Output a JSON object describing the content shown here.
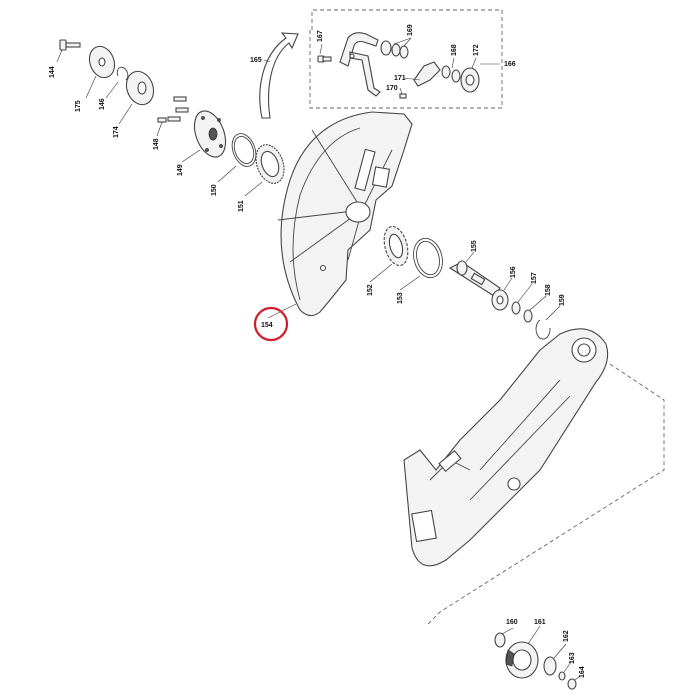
{
  "highlight": {
    "part": "154",
    "color": "#d11a2a"
  },
  "labels": {
    "p144": "144",
    "p175": "175",
    "p146": "146",
    "p174": "174",
    "p148": "148",
    "p149": "149",
    "p150": "150",
    "p151": "151",
    "p165": "165",
    "p167": "167",
    "p169": "169",
    "p168": "168",
    "p172": "172",
    "p166": "166",
    "p171": "171",
    "p170": "170",
    "p154": "154",
    "p155": "155",
    "p156": "156",
    "p157": "157",
    "p158": "158",
    "p159": "159",
    "p152": "152",
    "p153": "153",
    "p160": "160",
    "p161": "161",
    "p162": "162",
    "p163": "163",
    "p164": "164"
  }
}
